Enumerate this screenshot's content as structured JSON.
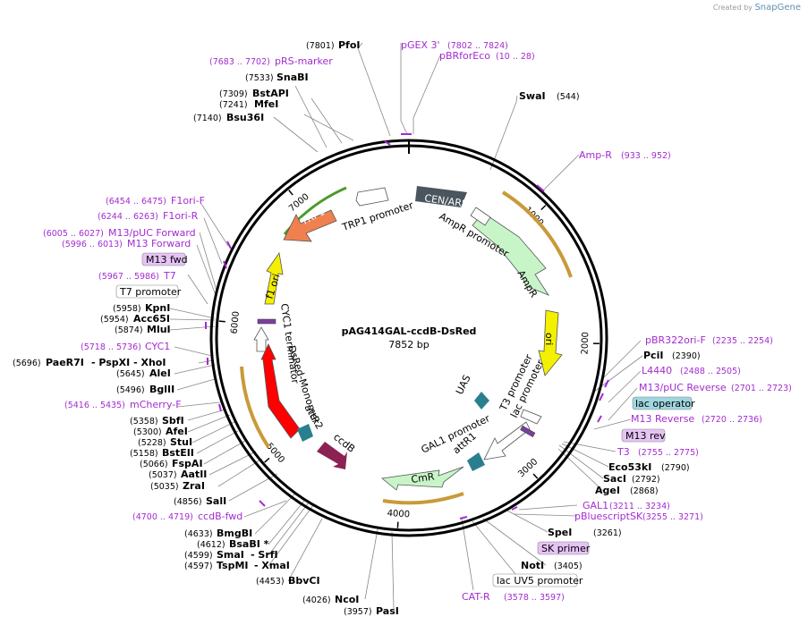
{
  "credit": {
    "prefix": "Created by",
    "brand": "SnapGene"
  },
  "plasmid": {
    "name": "pAG414GAL-ccdB-DsRed",
    "size_label": "7852 bp",
    "length": 7852
  },
  "ticks": [
    "1000",
    "2000",
    "3000",
    "4000",
    "5000",
    "6000",
    "7000"
  ],
  "features_top": [
    {
      "name": "CEN/ARS"
    },
    {
      "name": "TRP1"
    },
    {
      "name": "TRP1 promoter"
    },
    {
      "name": "AmpR promoter"
    },
    {
      "name": "AmpR"
    },
    {
      "name": "ori"
    },
    {
      "name": "f1 ori"
    },
    {
      "name": "CYC1 terminator"
    },
    {
      "name": "DsRed-Monomer"
    },
    {
      "name": "attR2"
    },
    {
      "name": "ccdB"
    },
    {
      "name": "UAS"
    },
    {
      "name": "T3 promoter"
    },
    {
      "name": "lac promoter"
    },
    {
      "name": "GAL1 promoter"
    },
    {
      "name": "attR1"
    },
    {
      "name": "CmR"
    }
  ],
  "boxed_labels": [
    {
      "name": "M13 fwd",
      "style": "purple"
    },
    {
      "name": "T7 promoter",
      "style": "white"
    },
    {
      "name": "M13 rev",
      "style": "purple"
    },
    {
      "name": "lac operator",
      "style": "teal"
    },
    {
      "name": "SK primer",
      "style": "purple"
    },
    {
      "name": "lac UV5 promoter",
      "style": "white"
    }
  ],
  "left_labels": [
    {
      "pos": "(7683 .. 7702)",
      "name": "pRS-marker",
      "primer": true
    },
    {
      "pos": "(7533)",
      "name": "SnaBI"
    },
    {
      "pos": "(7309)",
      "name": "BstAPI"
    },
    {
      "pos": "(7241)",
      "name": "MfeI"
    },
    {
      "pos": "(7140)",
      "name": "Bsu36I"
    },
    {
      "pos": "(6454 .. 6475)",
      "name": "F1ori-F",
      "primer": true
    },
    {
      "pos": "(6244 .. 6263)",
      "name": "F1ori-R",
      "primer": true
    },
    {
      "pos": "(6005 .. 6027)",
      "name": "M13/pUC Forward",
      "primer": true
    },
    {
      "pos": "(5996 .. 6013)",
      "name": "M13 Forward",
      "primer": true
    },
    {
      "pos": "(5967 .. 5986)",
      "name": "T7",
      "primer": true
    },
    {
      "pos": "(5958)",
      "name": "KpnI"
    },
    {
      "pos": "(5954)",
      "name": "Acc65I"
    },
    {
      "pos": "(5874)",
      "name": "MluI"
    },
    {
      "pos": "(5718 .. 5736)",
      "name": "CYC1",
      "primer": true
    },
    {
      "pos": "(5696)",
      "name": "PaeR7I",
      "extra": "- PspXI  - XhoI"
    },
    {
      "pos": "(5645)",
      "name": "AleI"
    },
    {
      "pos": "(5496)",
      "name": "BglII"
    },
    {
      "pos": "(5416 .. 5435)",
      "name": "mCherry-F",
      "primer": true
    },
    {
      "pos": "(5358)",
      "name": "SbfI"
    },
    {
      "pos": "(5300)",
      "name": "AfeI"
    },
    {
      "pos": "(5228)",
      "name": "StuI"
    },
    {
      "pos": "(5158)",
      "name": "BstEII"
    },
    {
      "pos": "(5066)",
      "name": "FspAI"
    },
    {
      "pos": "(5037)",
      "name": "AatII"
    },
    {
      "pos": "(5035)",
      "name": "ZraI"
    },
    {
      "pos": "(4856)",
      "name": "SalI"
    },
    {
      "pos": "(4700 .. 4719)",
      "name": "ccdB-fwd",
      "primer": true
    },
    {
      "pos": "(4633)",
      "name": "BmgBI"
    },
    {
      "pos": "(4612)",
      "name": "BsaBI *"
    },
    {
      "pos": "(4599)",
      "name": "SmaI",
      "extra": "- SrfI"
    },
    {
      "pos": "(4597)",
      "name": "TspMI",
      "extra": "- XmaI"
    },
    {
      "pos": "(4453)",
      "name": "BbvCI"
    },
    {
      "pos": "(4026)",
      "name": "NcoI"
    },
    {
      "pos": "(3957)",
      "name": "PasI"
    }
  ],
  "top_labels": [
    {
      "pos": "(7801)",
      "name": "PfoI"
    },
    {
      "pos": "(7802 .. 7824)",
      "name": "pGEX 3'",
      "primer": true
    },
    {
      "pos": "(10 .. 28)",
      "name": "pBRforEco",
      "primer": true
    },
    {
      "pos": "(544)",
      "name": "SwaI"
    },
    {
      "pos": "(933 .. 952)",
      "name": "Amp-R",
      "primer": true
    }
  ],
  "right_labels": [
    {
      "pos": "(2235 .. 2254)",
      "name": "pBR322ori-F",
      "primer": true
    },
    {
      "pos": "(2390)",
      "name": "PciI"
    },
    {
      "pos": "(2488 .. 2505)",
      "name": "L4440",
      "primer": true
    },
    {
      "pos": "(2701 .. 2723)",
      "name": "M13/pUC Reverse",
      "primer": true
    },
    {
      "pos": "(2720 .. 2736)",
      "name": "M13 Reverse",
      "primer": true
    },
    {
      "pos": "(2755 .. 2775)",
      "name": "T3",
      "primer": true
    },
    {
      "pos": "(2790)",
      "name": "Eco53kI"
    },
    {
      "pos": "(2792)",
      "name": "SacI"
    },
    {
      "pos": "(2868)",
      "name": "AgeI"
    },
    {
      "pos": "(3211 .. 3234)",
      "name": "GAL1",
      "primer": true
    },
    {
      "pos": "(3255 .. 3271)",
      "name": "pBluescriptSK",
      "primer": true
    },
    {
      "pos": "(3261)",
      "name": "SpeI"
    },
    {
      "pos": "(3405)",
      "name": "NotI"
    },
    {
      "pos": "(3578 .. 3597)",
      "name": "CAT-R",
      "primer": true
    }
  ],
  "colors": {
    "primer": "#a32bd0",
    "ring": "#000000",
    "ampr": "#c8f5c8",
    "ori": "#f3f000",
    "trp1": "#f08050",
    "dsred": "#ff0000",
    "ccdb": "#8b2252",
    "cenars": "#4a555e",
    "cmr": "#c8f5c8",
    "teal": "#2a7f8f"
  }
}
